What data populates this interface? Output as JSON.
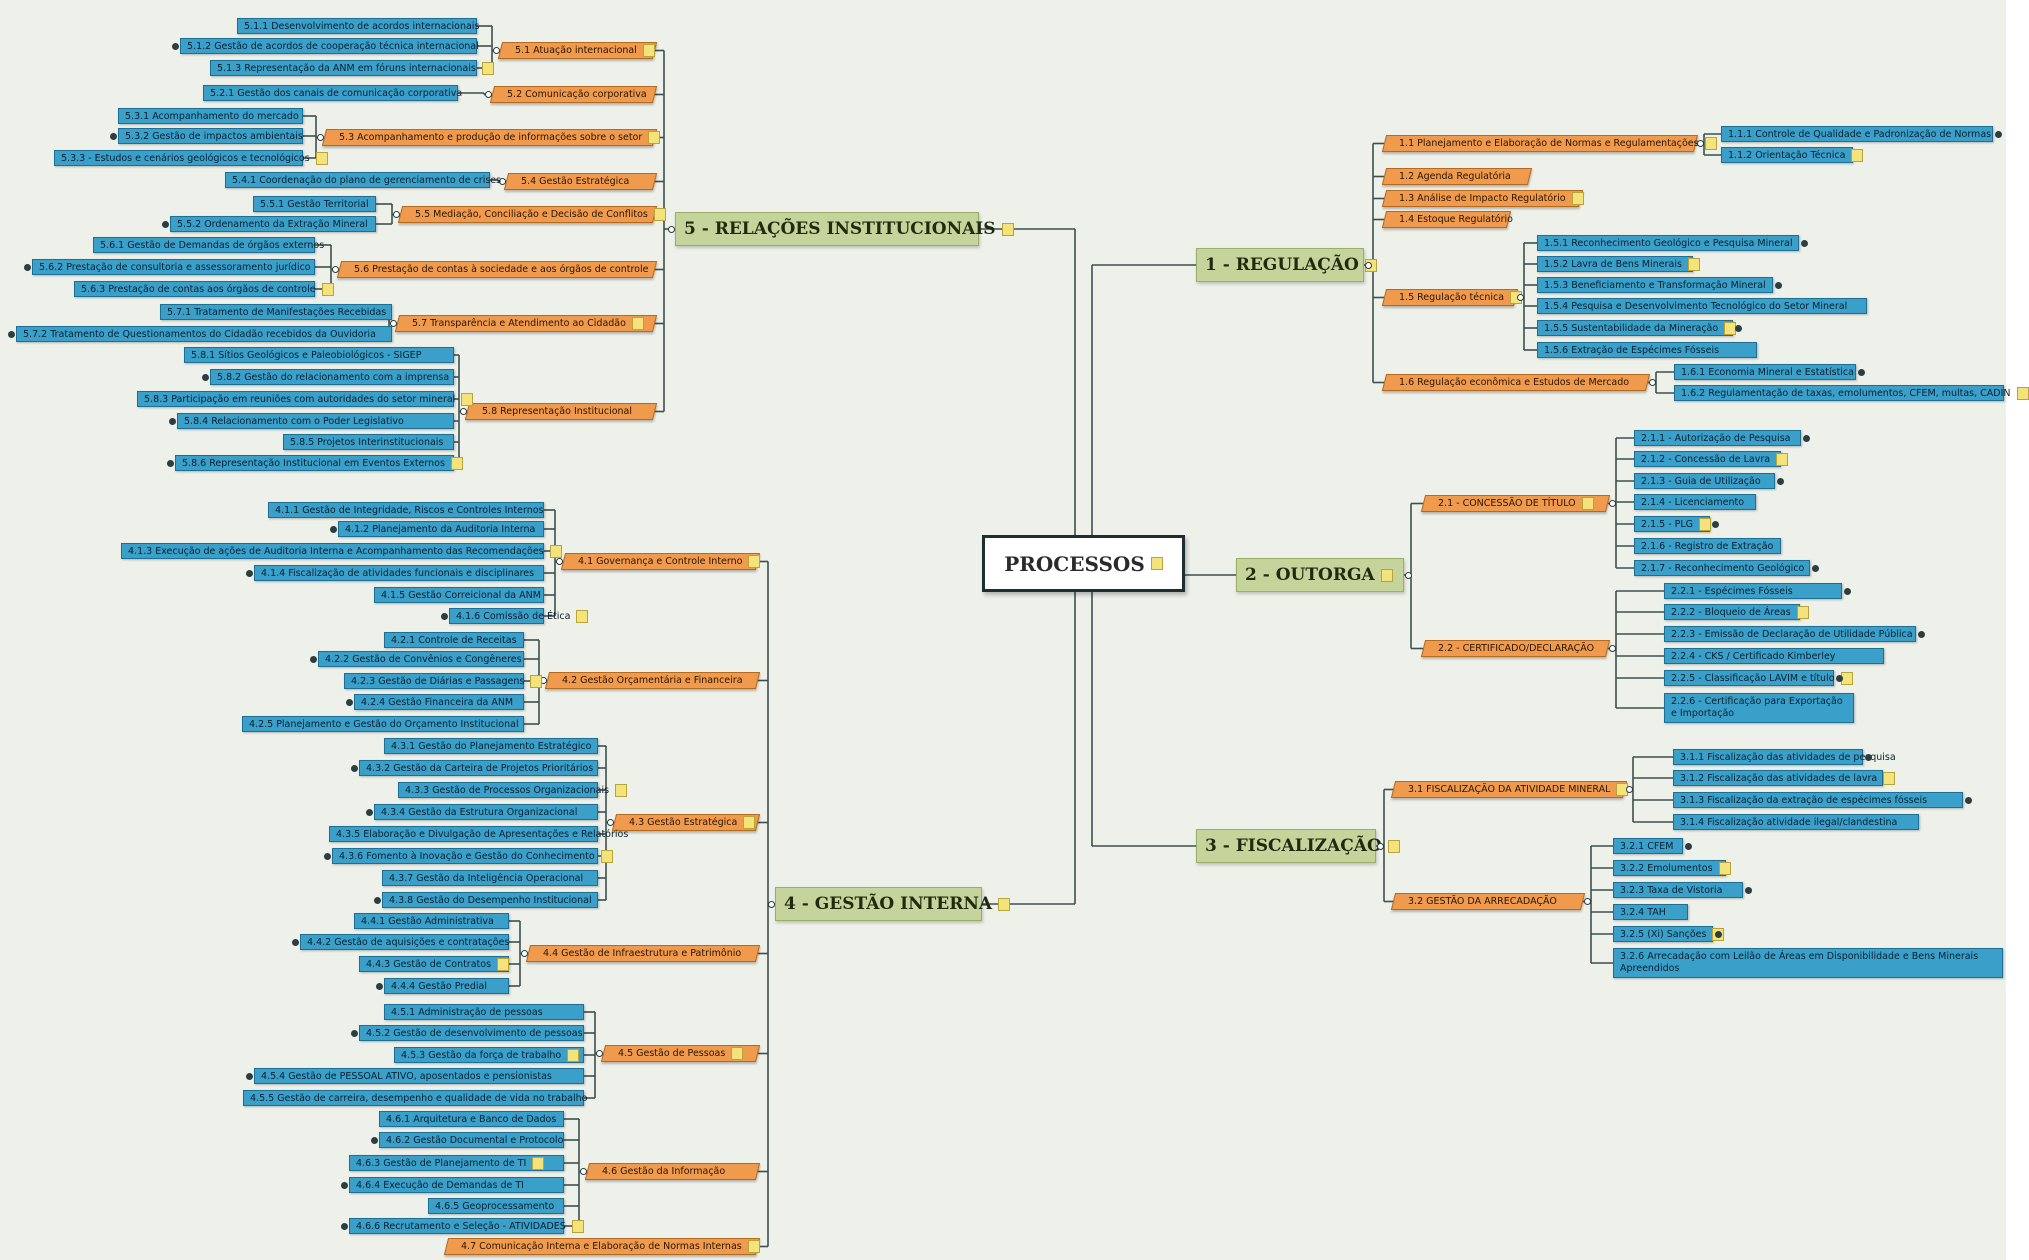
{
  "center": {
    "label": "PROCESSOS"
  },
  "branches": {
    "regulacao": {
      "label": "1 - REGULAÇÃO",
      "cats": [
        {
          "label": "1.1 Planejamento e Elaboração de Normas e Regulamentações",
          "leaves": [
            "1.1.1 Controle de Qualidade e Padronização de Normas",
            "1.1.2 Orientação Técnica"
          ]
        },
        {
          "label": "1.2 Agenda Regulatória",
          "leaves": []
        },
        {
          "label": "1.3 Análise de Impacto Regulatório",
          "leaves": []
        },
        {
          "label": "1.4 Estoque Regulatório",
          "leaves": []
        },
        {
          "label": "1.5 Regulação técnica",
          "leaves": [
            "1.5.1 Reconhecimento Geológico e Pesquisa Mineral",
            "1.5.2 Lavra de Bens Minerais",
            "1.5.3 Beneficiamento e Transformação Mineral",
            "1.5.4 Pesquisa e Desenvolvimento Tecnológico do Setor Mineral",
            "1.5.5 Sustentabilidade da Mineração",
            "1.5.6 Extração de Espécimes Fósseis"
          ]
        },
        {
          "label": "1.6 Regulação econômica e Estudos de Mercado",
          "leaves": [
            "1.6.1 Economia Mineral e Estatística",
            "1.6.2 Regulamentação de taxas, emolumentos, CFEM, multas, CADIN"
          ]
        }
      ]
    },
    "outorga": {
      "label": "2 - OUTORGA",
      "cats": [
        {
          "label": "2.1 - CONCESSÃO DE TÍTULO",
          "leaves": [
            "2.1.1 - Autorização de Pesquisa",
            "2.1.2 - Concessão de Lavra",
            "2.1.3 - Guia de Utilização",
            "2.1.4 - Licenciamento",
            "2.1.5 - PLG",
            "2.1.6 - Registro de Extração",
            "2.1.7 - Reconhecimento Geológico"
          ]
        },
        {
          "label": "2.2 - CERTIFICADO/DECLARAÇÃO",
          "leaves": [
            "2.2.1 - Espécimes Fósseis",
            "2.2.2 - Bloqueio de Áreas",
            "2.2.3 - Emissão de Declaração de Utilidade Pública",
            "2.2.4 - CKS / Certificado Kimberley",
            "2.2.5 - Classificação LAVIM e título",
            "2.2.6 - Certificação para Exportação e Importação"
          ]
        }
      ]
    },
    "fiscalizacao": {
      "label": "3 - FISCALIZAÇÃO",
      "cats": [
        {
          "label": "3.1 FISCALIZAÇÃO DA ATIVIDADE MINERAL",
          "leaves": [
            "3.1.1 Fiscalização das atividades de pesquisa",
            "3.1.2 Fiscalização das atividades de lavra",
            "3.1.3 Fiscalização da extração de espécimes fósseis",
            "3.1.4 Fiscalização atividade ilegal/clandestina"
          ]
        },
        {
          "label": "3.2 GESTÃO DA ARRECADAÇÃO",
          "leaves": [
            "3.2.1 CFEM",
            "3.2.2 Emolumentos",
            "3.2.3 Taxa de Vistoria",
            "3.2.4 TAH",
            "3.2.5 (Xi) Sanções",
            "3.2.6 Arrecadação com Leilão de Áreas em Disponibilidade e Bens Minerais Apreendidos"
          ]
        }
      ]
    },
    "gestao": {
      "label": "4 - GESTÃO INTERNA",
      "cats": [
        {
          "label": "4.1 Governança e Controle Interno",
          "leaves": [
            "4.1.1 Gestão de Integridade, Riscos e Controles Internos",
            "4.1.2 Planejamento da Auditoria Interna",
            "4.1.3 Execução de ações de Auditoria Interna e Acompanhamento das Recomendações",
            "4.1.4 Fiscalização de atividades funcionais e disciplinares",
            "4.1.5 Gestão Correicional da ANM",
            "4.1.6 Comissão de Ética"
          ]
        },
        {
          "label": "4.2 Gestão Orçamentária e Financeira",
          "leaves": [
            "4.2.1 Controle de Receitas",
            "4.2.2 Gestão de Convênios e Congêneres",
            "4.2.3 Gestão de Diárias e Passagens",
            "4.2.4 Gestão Financeira da ANM",
            "4.2.5 Planejamento e Gestão do Orçamento Institucional"
          ]
        },
        {
          "label": "4.3 Gestão Estratégica",
          "leaves": [
            "4.3.1 Gestão do Planejamento Estratégico",
            "4.3.2 Gestão da Carteira de Projetos Prioritários",
            "4.3.3 Gestão de Processos Organizacionais",
            "4.3.4 Gestão da Estrutura Organizacional",
            "4.3.5 Elaboração e Divulgação de Apresentações e Relatórios",
            "4.3.6 Fomento à Inovação e Gestão do Conhecimento",
            "4.3.7 Gestão da Inteligência Operacional",
            "4.3.8 Gestão do Desempenho Institucional"
          ]
        },
        {
          "label": "4.4 Gestão de Infraestrutura e Patrimônio",
          "leaves": [
            "4.4.1 Gestão Administrativa",
            "4.4.2 Gestão de aquisições e contratações",
            "4.4.3 Gestão de Contratos",
            "4.4.4 Gestão Predial"
          ]
        },
        {
          "label": "4.5 Gestão de Pessoas",
          "leaves": [
            "4.5.1 Administração de pessoas",
            "4.5.2 Gestão de desenvolvimento de pessoas",
            "4.5.3 Gestão da força de trabalho",
            "4.5.4 Gestão de PESSOAL ATIVO, aposentados e pensionistas",
            "4.5.5 Gestão de carreira, desempenho e qualidade de vida no trabalho"
          ]
        },
        {
          "label": "4.6 Gestão da Informação",
          "leaves": [
            "4.6.1 Arquitetura e Banco de Dados",
            "4.6.2 Gestão Documental e Protocolo",
            "4.6.3 Gestão de Planejamento de TI",
            "4.6.4 Execução de Demandas de TI",
            "4.6.5 Geoprocessamento",
            "4.6.6 Recrutamento e Seleção - ATIVIDADES"
          ]
        },
        {
          "label": "4.7 Comunicação Interna e Elaboração de Normas Internas",
          "leaves": []
        }
      ]
    },
    "relacoes": {
      "label": "5 - RELAÇÕES INSTITUCIONAIS",
      "cats": [
        {
          "label": "5.1 Atuação internacional",
          "leaves": [
            "5.1.1 Desenvolvimento de acordos internacionais",
            "5.1.2 Gestão de acordos de cooperação técnica internacional",
            "5.1.3 Representação da ANM em fóruns internacionais"
          ]
        },
        {
          "label": "5.2 Comunicação corporativa",
          "leaves": [
            "5.2.1 Gestão dos canais de comunicação corporativa"
          ]
        },
        {
          "label": "5.3 Acompanhamento e produção de informações sobre o setor",
          "leaves": [
            "5.3.1 Acompanhamento do mercado",
            "5.3.2 Gestão de impactos ambientais",
            "5.3.3 - Estudos e cenários geológicos e tecnológicos"
          ]
        },
        {
          "label": "5.4 Gestão Estratégica",
          "leaves": [
            "5.4.1 Coordenação do plano de gerenciamento de crises"
          ]
        },
        {
          "label": "5.5 Mediação, Conciliação e Decisão de Conflitos",
          "leaves": [
            "5.5.1 Gestão Territorial",
            "5.5.2 Ordenamento da Extração Mineral"
          ]
        },
        {
          "label": "5.6 Prestação de contas à sociedade e aos órgãos de controle",
          "leaves": [
            "5.6.1 Gestão de Demandas de órgãos externos",
            "5.6.2 Prestação de consultoria e assessoramento jurídico",
            "5.6.3 Prestação de contas aos órgãos de controle"
          ]
        },
        {
          "label": "5.7 Transparência e Atendimento ao Cidadão",
          "leaves": [
            "5.7.1 Tratamento de Manifestações Recebidas",
            "5.7.2 Tratamento de Questionamentos do Cidadão recebidos da Ouvidoria"
          ]
        },
        {
          "label": "5.8 Representação Institucional",
          "leaves": [
            "5.8.1 Sítios Geológicos e Paleobiológicos - SIGEP",
            "5.8.2 Gestão do relacionamento com a imprensa",
            "5.8.3 Participação em reuniões com autoridades do setor mineral",
            "5.8.4 Relacionamento com o Poder Legislativo",
            "5.8.5 Projetos Interinstitucionais",
            "5.8.6 Representação Institucional em Eventos Externos"
          ]
        }
      ]
    }
  },
  "colors": {
    "canvas": "#eef0ea",
    "main_topic": "#c5d49a",
    "category": "#ef9a4c",
    "leaf": "#3aa0c9",
    "connector": "#3c5050",
    "center_border": "#1e2f33"
  }
}
